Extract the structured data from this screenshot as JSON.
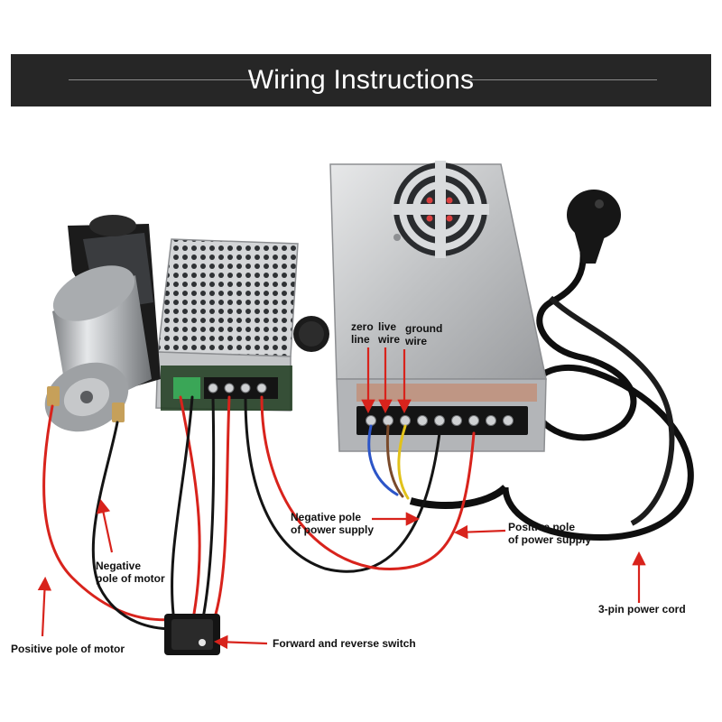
{
  "header": {
    "title": "Wiring Instructions"
  },
  "labels": {
    "zero_line_1": "zero",
    "zero_line_2": "line",
    "live_wire_1": "live",
    "live_wire_2": "wire",
    "ground_wire_1": "ground",
    "ground_wire_2": "wire",
    "neg_supply_1": "Negative pole",
    "neg_supply_2": "of power supply",
    "pos_supply_1": "Positive pole",
    "pos_supply_2": "of power supply",
    "neg_motor_1": "Negative",
    "neg_motor_2": "pole of motor",
    "pos_motor": "Positive pole of motor",
    "switch": "Forward and reverse switch",
    "power_cord": "3-pin power cord"
  },
  "colors": {
    "header_bg": "#262626",
    "arrow": "#d8231c",
    "wire_red": "#d8231c",
    "wire_black": "#141414",
    "wire_blue": "#2c55c8",
    "wire_brown": "#7a4a2a",
    "wire_yellow": "#e2c21a",
    "metal": "#c9cbcd"
  }
}
